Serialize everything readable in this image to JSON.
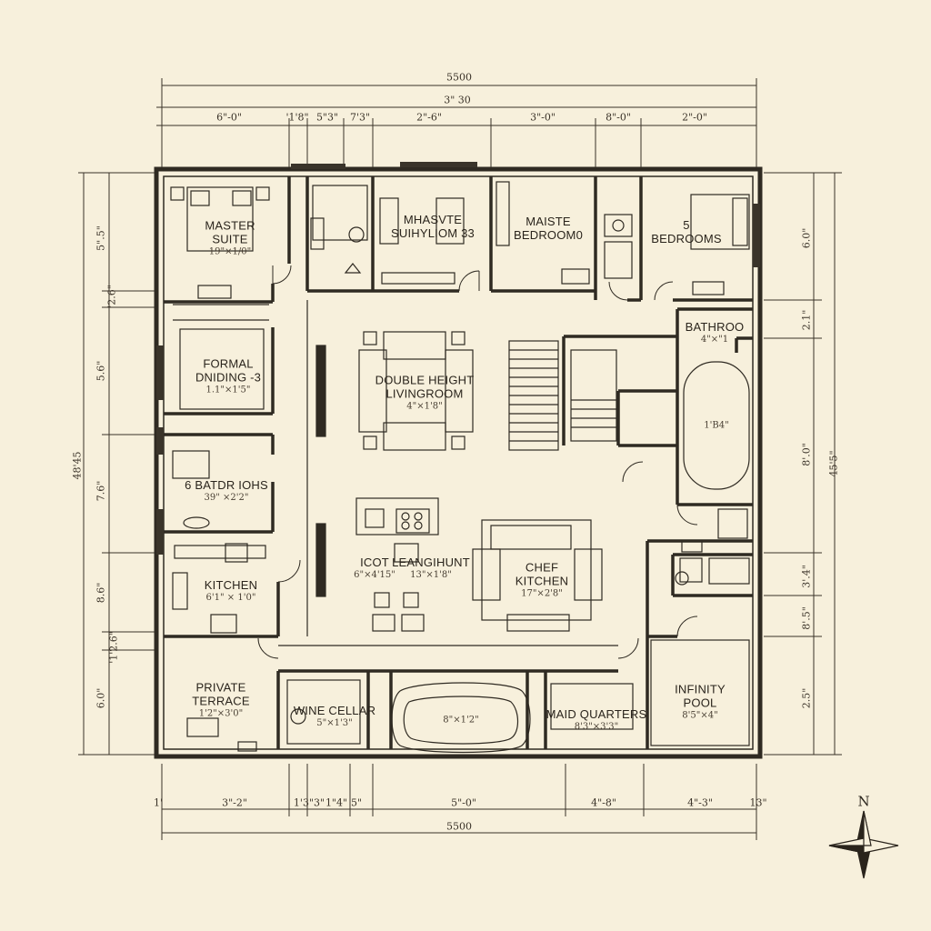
{
  "rooms": [
    {
      "id": "master-suite",
      "name": "MASTER\nSUITE",
      "dim": "19\"×1/0\""
    },
    {
      "id": "massive-suite",
      "name": "MHASVTE\nSUIHYLIOM 33",
      "dim": ""
    },
    {
      "id": "master-bedroom",
      "name": "MAISTE\nBEDROOM0",
      "dim": ""
    },
    {
      "id": "bedrooms",
      "name": "5\nBEDROOMS",
      "dim": ""
    },
    {
      "id": "bathroom",
      "name": "BATHROO",
      "dim": "4\"×\"1"
    },
    {
      "id": "formal-dining",
      "name": "FORMAL\nDNIDING -3",
      "dim": "1.1\"×1'5\""
    },
    {
      "id": "living-room",
      "name": "DOUBLE HEIGHT\nLIVINGROOM",
      "dim": "4\"×1'8\""
    },
    {
      "id": "bathrooms",
      "name": "6 BATDR IOHS",
      "dim": "39\" ×2'2\""
    },
    {
      "id": "kitchen",
      "name": "KITCHEN",
      "dim": "6'1\" × 1'0\""
    },
    {
      "id": "icot",
      "name": "ICOT",
      "dim": "6\"×4'15\""
    },
    {
      "id": "leanghunt",
      "name": "LEANGIHUNT",
      "dim": "13\"×1'8\""
    },
    {
      "id": "chef-kitchen",
      "name": "CHEF\nKITCHEN",
      "dim": "17\"×2'8\""
    },
    {
      "id": "tub",
      "name": "",
      "dim": "1'B4\""
    },
    {
      "id": "private-terrace",
      "name": "PRIVATE\nTERRACE",
      "dim": "1'2\"×3'0\""
    },
    {
      "id": "wine-cellar",
      "name": "WINE CELLAR",
      "dim": "5\"×1'3\""
    },
    {
      "id": "pool-shape",
      "name": "",
      "dim": "8\"×1'2\""
    },
    {
      "id": "maid-quarters",
      "name": "MAID QUARTERS",
      "dim": "8'3\"×3'3\""
    },
    {
      "id": "infinity-pool",
      "name": "INFINITY\nPOOL",
      "dim": "8'5\"×4\""
    }
  ],
  "dimensions": {
    "top_overall": "5500",
    "top_sub": "3\" 30",
    "top_segments": [
      "6\"-0\"",
      "'1'8\"",
      "5\"3\"",
      "7'3\"",
      "2\"-6\"",
      "3\"-0\"",
      "8\"-0\"",
      "2\"-0\""
    ],
    "bottom_overall": "5500",
    "bottom_segments": [
      "1'",
      "3\"-2\"",
      "1'3\"3\"",
      "1\"4\"",
      "5\"",
      "5\"-0\"",
      "4\"-8\"",
      "4\"-3\"",
      "13\""
    ],
    "left_overall": "48'45",
    "left_segments": [
      "5\".5\"",
      "'2.6\"",
      "5.6\"",
      "7.6\"",
      "8.6\"",
      "'1'2.6\"",
      "6.0\""
    ],
    "right_overall": "45'5\"",
    "right_segments": [
      "6.0\"",
      "2.1\"",
      "8'.0\"",
      "3'.4\"",
      "8'.5\"",
      "2.5\""
    ]
  },
  "compass": {
    "label": "N"
  },
  "colors": {
    "paper": "#f7f0dc",
    "ink": "#2a241c",
    "wall": "#2f2a22"
  }
}
